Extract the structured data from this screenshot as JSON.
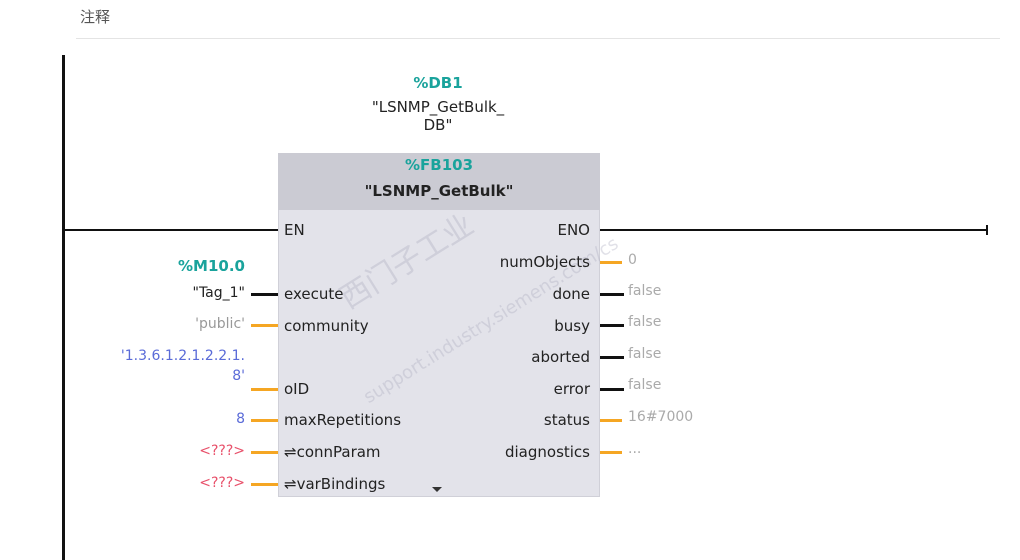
{
  "comment": {
    "label": "注释"
  },
  "instance_db": {
    "address": "%DB1",
    "name_line1": "\"LSNMP_GetBulk_",
    "name_line2": "DB\""
  },
  "block": {
    "address": "%FB103",
    "name": "\"LSNMP_GetBulk\"",
    "en": "EN",
    "eno": "ENO"
  },
  "inputs": [
    {
      "pin": "execute",
      "address": "%M10.0",
      "value": "\"Tag_1\""
    },
    {
      "pin": "community",
      "value": "'public'"
    },
    {
      "pin": "oID",
      "value_line1": "'1.3.6.1.2.1.2.2.1.",
      "value_line2": "8'"
    },
    {
      "pin": "maxRepetitions",
      "value": "8"
    },
    {
      "pin": "⇌connParam",
      "value": "<???>"
    },
    {
      "pin": "⇌varBindings",
      "value": "<???>"
    }
  ],
  "outputs": [
    {
      "pin": "numObjects",
      "value": "0"
    },
    {
      "pin": "done",
      "value": "false"
    },
    {
      "pin": "busy",
      "value": "false"
    },
    {
      "pin": "aborted",
      "value": "false"
    },
    {
      "pin": "error",
      "value": "false"
    },
    {
      "pin": "status",
      "value": "16#7000"
    },
    {
      "pin": "diagnostics",
      "value": "..."
    }
  ],
  "watermark": {
    "line1": "西门子工业",
    "line2": "support.industry.siemens.com/cs"
  }
}
